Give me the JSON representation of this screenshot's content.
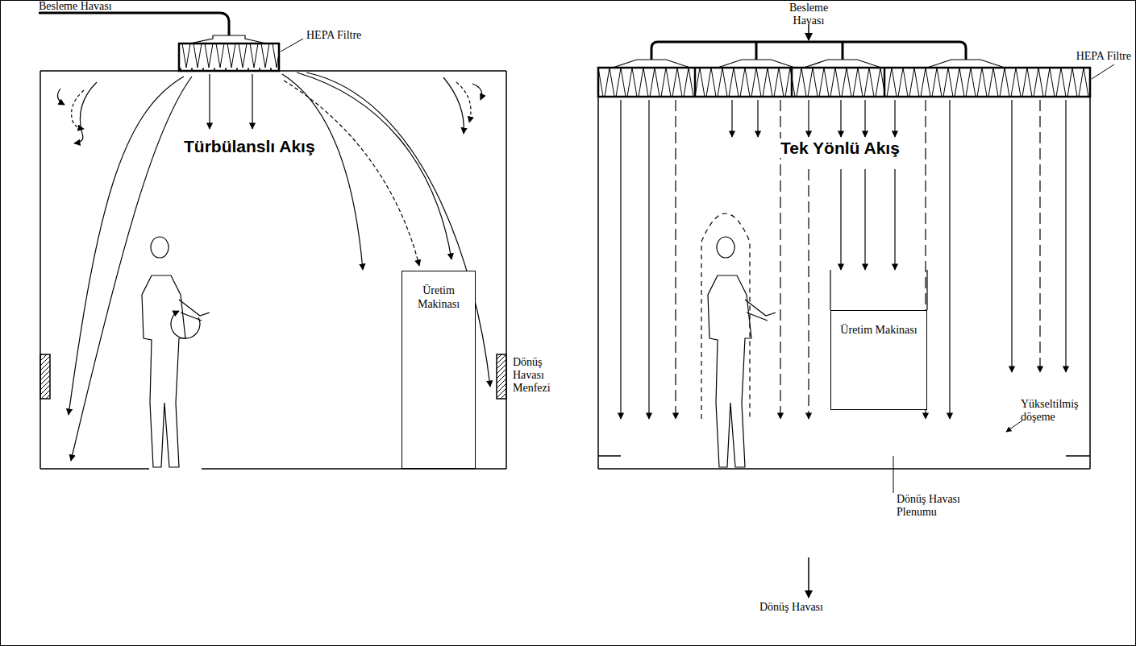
{
  "diagram": {
    "nodes": [
      {
        "text": [
          "Üretim Makinası"
        ]
      },
      {
        "text": [
          "Üretim Makinası"
        ]
      }
    ],
    "labels": [
      "Besleme Havası",
      "HEPA Filtre",
      "Türbülanslı Akış",
      "Dönüş Havası Menfezi",
      "Besleme Havası",
      "HEPA Filtre",
      "Tek Yönlü Akış",
      "Yükseltilmiş döşeme",
      "Dönüş Havası Plenumu",
      "Dönüş Havası"
    ]
  }
}
